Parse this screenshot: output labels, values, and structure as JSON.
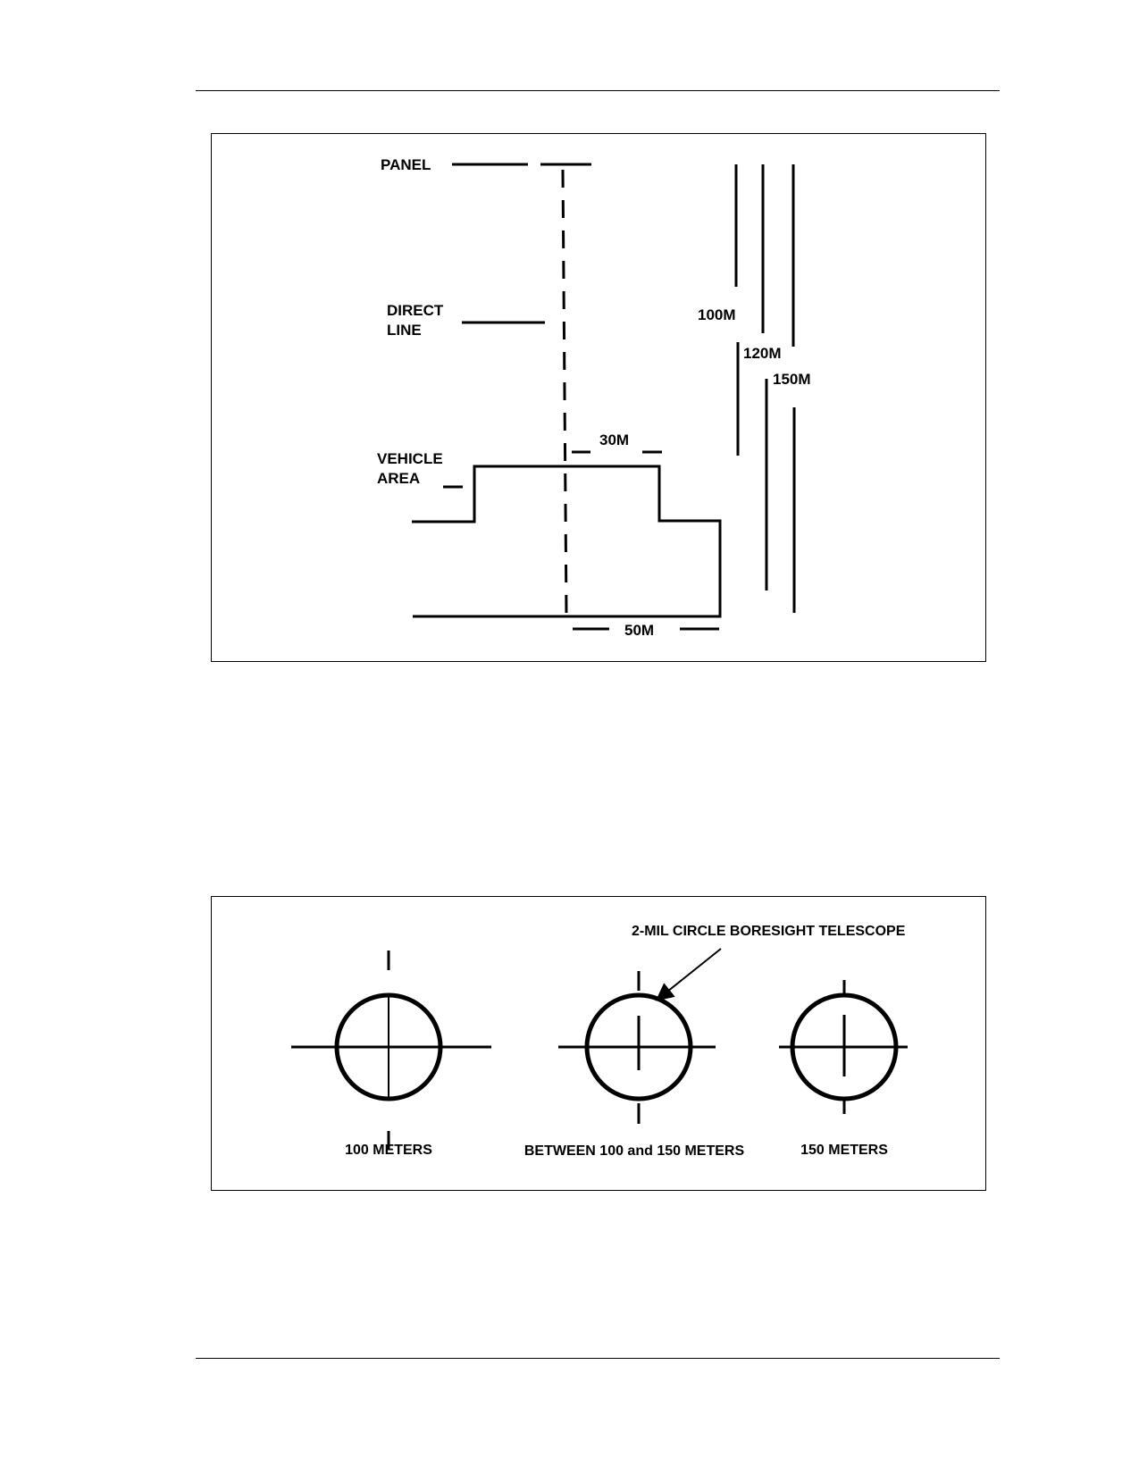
{
  "figure_top": {
    "labels": {
      "panel": "PANEL",
      "direct_line_1": "DIRECT",
      "direct_line_2": "LINE",
      "vehicle_area_1": "VEHICLE",
      "vehicle_area_2": "AREA",
      "dist_30": "30M",
      "dist_50": "50M",
      "range_100": "100M",
      "range_120": "120M",
      "range_150": "150M"
    }
  },
  "figure_bottom": {
    "callout": "2-MIL CIRCLE BORESIGHT TELESCOPE",
    "reticles": [
      {
        "label": "100 METERS"
      },
      {
        "label": "BETWEEN 100 and 150 METERS"
      },
      {
        "label": "150 METERS"
      }
    ]
  }
}
